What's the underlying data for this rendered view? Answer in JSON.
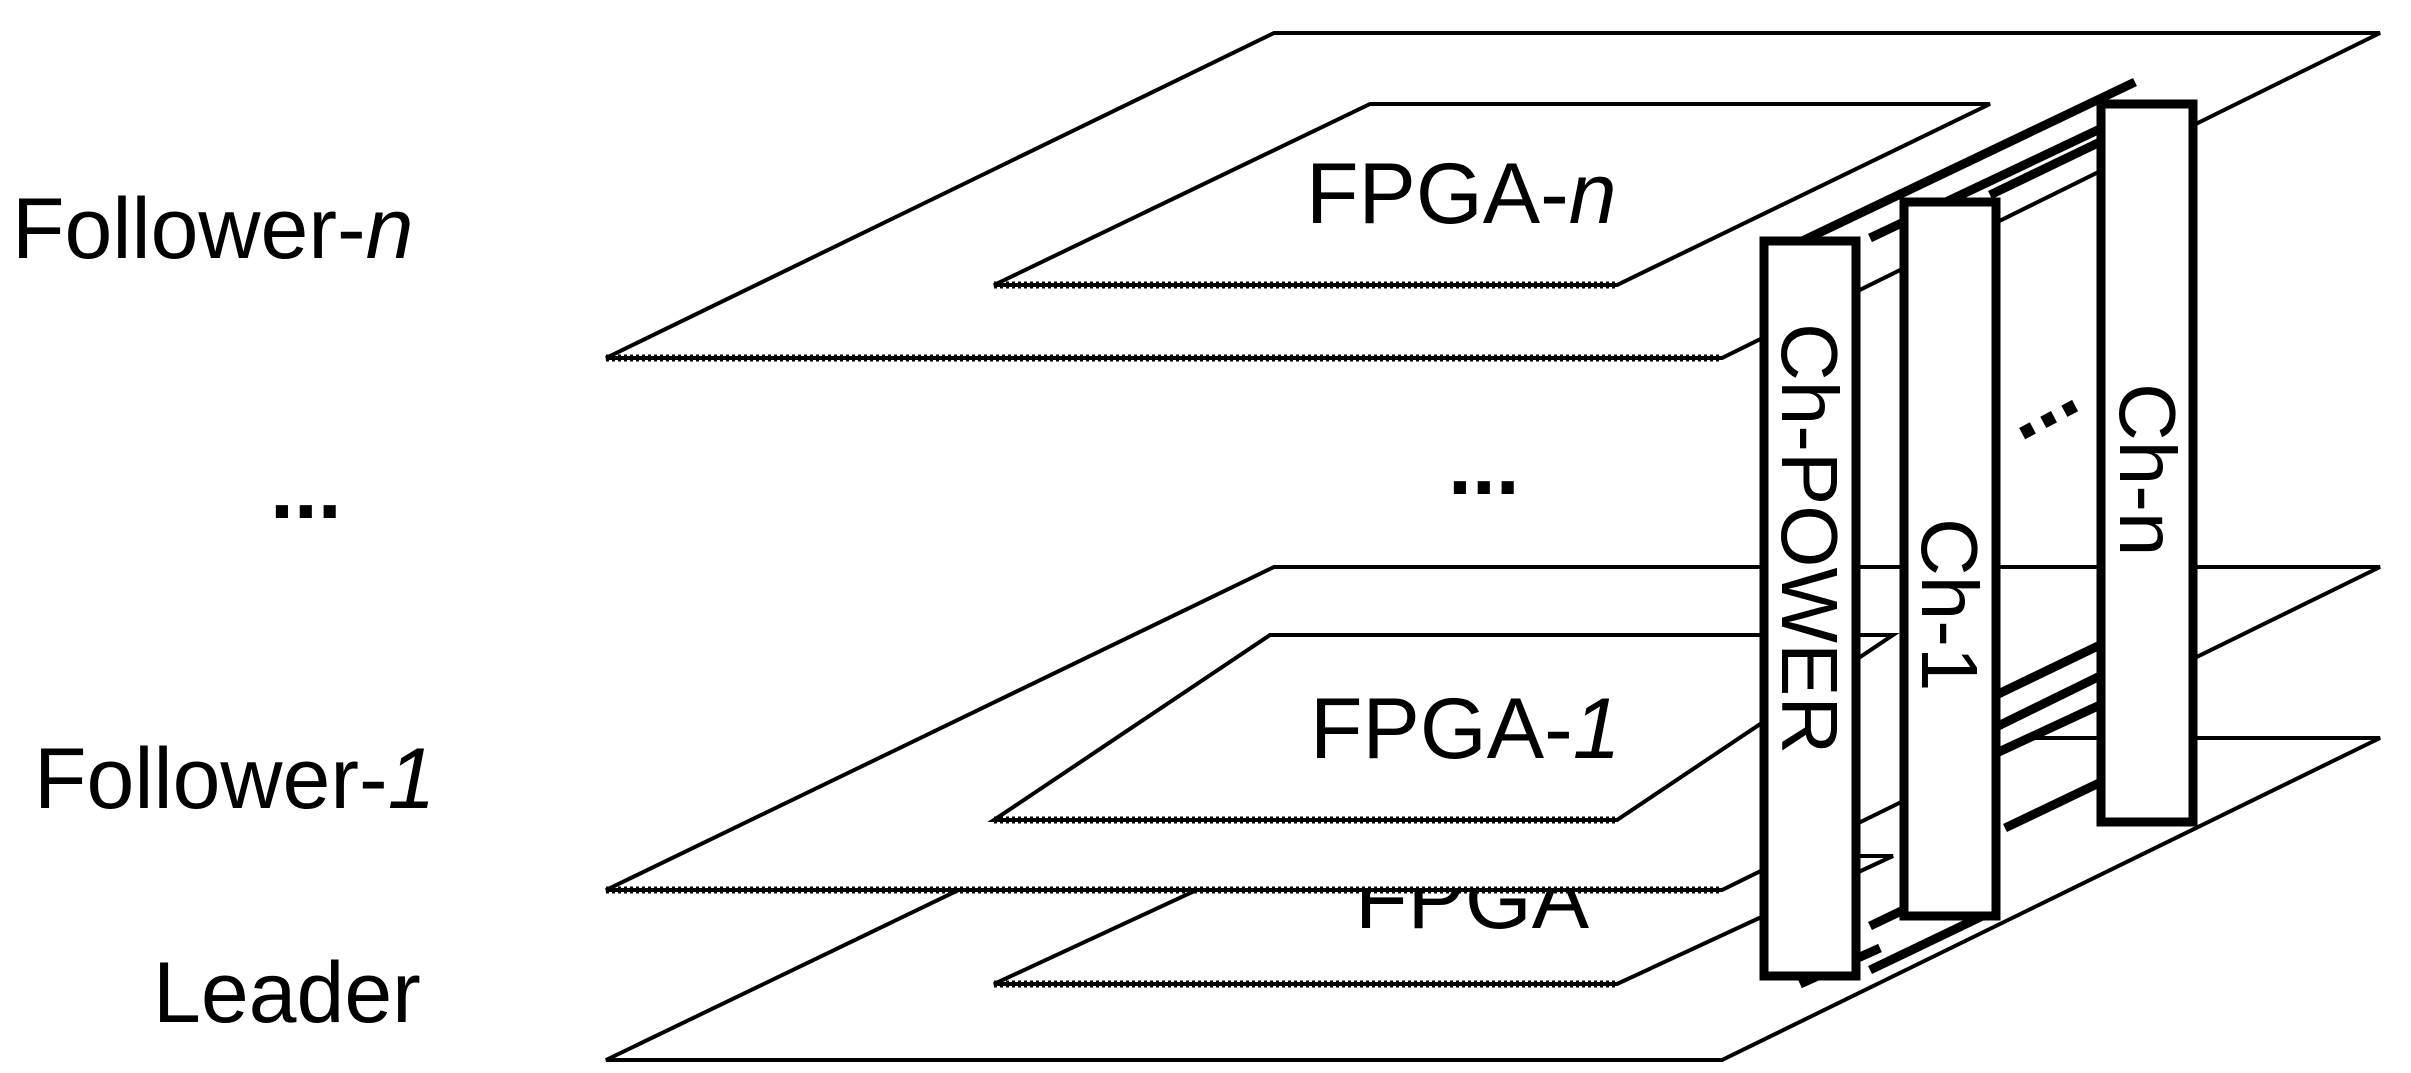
{
  "layers": {
    "follower_n": {
      "label_prefix": "Follower-",
      "label_suffix": "n",
      "chip_prefix": "FPGA-",
      "chip_suffix": "n"
    },
    "ellipsis_left": "...",
    "ellipsis_center": "...",
    "follower_1": {
      "label_prefix": "Follower-",
      "label_suffix": "1",
      "chip_prefix": "FPGA-",
      "chip_suffix": "1"
    },
    "leader": {
      "label": "Leader",
      "chip": "FPGA"
    }
  },
  "channels": {
    "power": "Ch-POWER",
    "ch1": "Ch-1",
    "chn": "Ch-n",
    "between_dots": "..."
  }
}
